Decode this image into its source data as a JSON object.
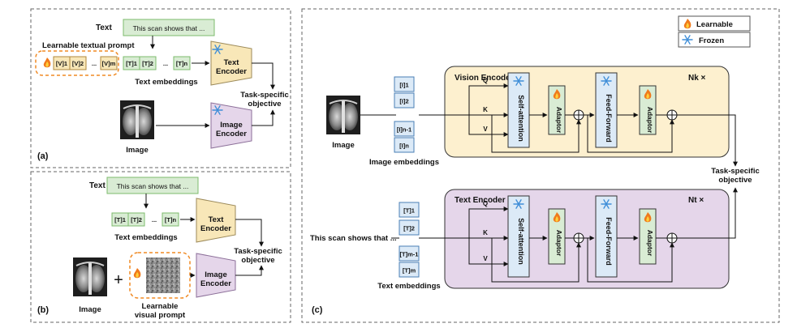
{
  "legend": {
    "learnable": "Learnable",
    "frozen": "Frozen"
  },
  "panel_a": {
    "panel_label": "(a)",
    "text_label": "Text",
    "text_input": "This scan shows that ...",
    "prompt_title": "Learnable textual prompt",
    "prompt_tokens": [
      "[V]1",
      "[V]2",
      "...",
      "[V]m"
    ],
    "embed_tokens": [
      "[T]1",
      "[T]2",
      "...",
      "[T]n"
    ],
    "embed_caption": "Text embeddings",
    "text_encoder": [
      "Text",
      "Encoder"
    ],
    "image_encoder": [
      "Image",
      "Encoder"
    ],
    "image_label": "Image",
    "objective": [
      "Task-specific",
      "objective"
    ]
  },
  "panel_b": {
    "panel_label": "(b)",
    "text_label": "Text",
    "text_input": "This scan shows that ...",
    "embed_tokens": [
      "[T]1",
      "[T]2",
      "...",
      "[T]n"
    ],
    "embed_caption": "Text embeddings",
    "text_encoder": [
      "Text",
      "Encoder"
    ],
    "image_encoder": [
      "Image",
      "Encoder"
    ],
    "image_label": "Image",
    "plus": "+",
    "visual_prompt": [
      "Learnable",
      "visual prompt"
    ],
    "objective": [
      "Task-specific",
      "objective"
    ]
  },
  "panel_c": {
    "panel_label": "(c)",
    "image_label": "Image",
    "image_tokens": [
      "[I]1",
      "[I]2",
      "[I]n-1",
      "[I]n"
    ],
    "image_embed_caption": "Image embeddings",
    "vision_encoder_title": "Vision Encoder",
    "vision_repeat": "Nk ×",
    "text_input": "This scan shows that ...",
    "text_tokens": [
      "[T]1",
      "[T]2",
      "[T]m-1",
      "[T]m"
    ],
    "text_embed_caption": "Text embeddings",
    "text_encoder_title": "Text Encoder",
    "text_repeat": "Nt ×",
    "qkv": [
      "Q",
      "K",
      "V"
    ],
    "self_attention": "Self-attention",
    "adaptor": "Adaptor",
    "feed_forward": "Feed-Forward",
    "objective": [
      "Task-specific",
      "objective"
    ]
  }
}
